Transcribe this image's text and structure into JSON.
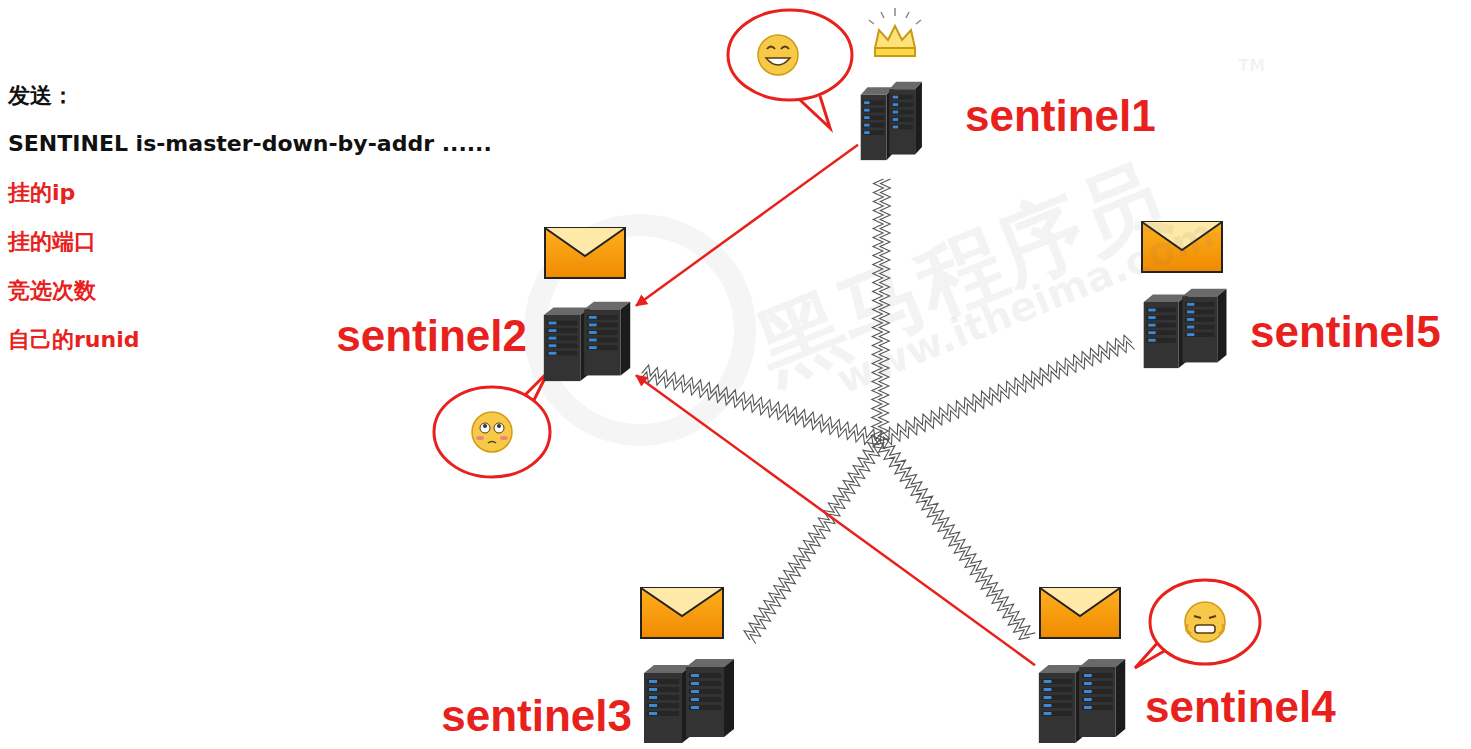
{
  "diagram": {
    "nodes": [
      {
        "text": [
          "sentinel1"
        ]
      },
      {
        "text": [
          "sentinel2"
        ]
      },
      {
        "text": [
          "sentinel5"
        ]
      },
      {
        "text": [
          "sentinel3"
        ]
      },
      {
        "text": [
          "sentinel4"
        ]
      }
    ],
    "edges": [
      {
        "from": 0,
        "to": 1,
        "arrow": "to"
      },
      {
        "from": 4,
        "to": 1,
        "arrow": "to"
      }
    ],
    "labels": [
      "发送：",
      "SENTINEL is-master-down-by-addr ......",
      "挂的ip",
      "挂的端口",
      "竞选次数",
      "自己的runid",
      "黑马程序员",
      "www.itheima.com",
      "TM"
    ]
  }
}
